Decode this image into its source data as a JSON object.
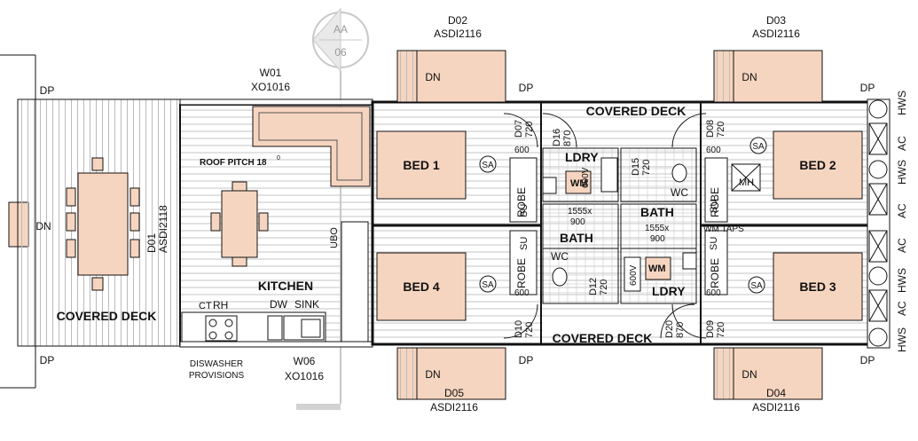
{
  "section_marker": {
    "top": "AA",
    "bottom": "06"
  },
  "doors": {
    "d02": {
      "code": "D02",
      "spec": "ASDI2116"
    },
    "d03": {
      "code": "D03",
      "spec": "ASDI2116"
    },
    "d04": {
      "code": "D04",
      "spec": "ASDI2116"
    },
    "d05": {
      "code": "D05",
      "spec": "ASDI2116"
    },
    "d01": {
      "code": "D01",
      "spec": "ASDI2118"
    },
    "d07": {
      "code": "D07",
      "spec": "720"
    },
    "d08": {
      "code": "D08",
      "spec": "720"
    },
    "d09": {
      "code": "D09",
      "spec": "720"
    },
    "d10": {
      "code": "D10",
      "spec": "720"
    },
    "d12": {
      "code": "D12",
      "spec": "720"
    },
    "d15": {
      "code": "D15",
      "spec": "720"
    },
    "d16": {
      "code": "D16",
      "spec": "870"
    },
    "d20": {
      "code": "D20",
      "spec": "870"
    }
  },
  "windows": {
    "w01": {
      "code": "W01",
      "spec": "XO1016"
    },
    "w06": {
      "code": "W06",
      "spec": "XO1016"
    }
  },
  "rooms": {
    "bed1": "BED 1",
    "bed2": "BED 2",
    "bed3": "BED 3",
    "bed4": "BED 4",
    "kitchen": "KITCHEN",
    "covered_deck": "COVERED DECK",
    "bath": "BATH",
    "ldry": "LDRY",
    "wc": "WC",
    "robe": "ROBE",
    "su": "SU"
  },
  "labels": {
    "dp": "DP",
    "dn": "DN",
    "sa": "SA",
    "wm": "WM",
    "mh": "MH",
    "roof_pitch": "ROOF PITCH 18",
    "roof_pitch_deg": "0",
    "ubo": "UBO",
    "ct": "CT",
    "rh": "RH",
    "dw": "DW",
    "sink": "SINK",
    "dishwasher_1": "DISWASHER",
    "dishwasher_2": "PROVISIONS",
    "six_hundred": "600",
    "six_hundred_v": "600V",
    "bath_size_1": "1555x",
    "bath_size_2": "900",
    "wm_taps": "WM TAPS",
    "hws": "HWS",
    "ac": "AC"
  },
  "colors": {
    "furniture": "#f6d5c0",
    "line": "#111111",
    "hatch": "#b8b8b8",
    "marker": "#c8c8c8"
  }
}
